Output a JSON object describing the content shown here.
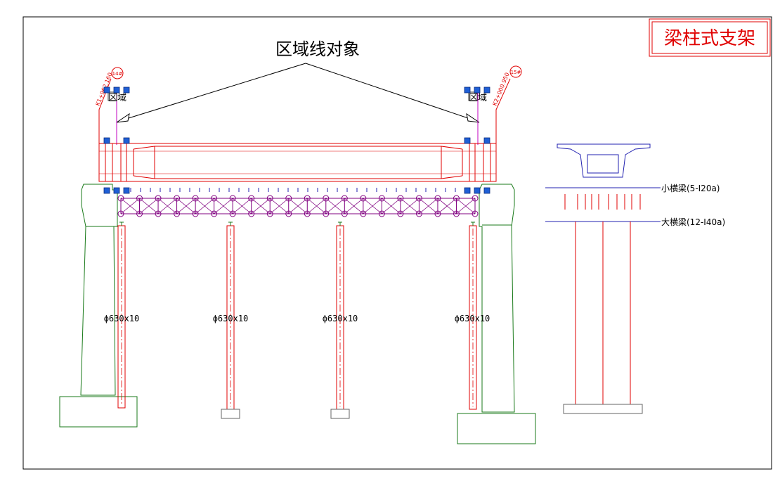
{
  "title": "梁柱式支架",
  "callout": "区域线对象",
  "region_label": "区域",
  "piers": {
    "left_tag": "14#",
    "right_tag": "15#",
    "left_station": "K1+962.160",
    "right_station": "K2+000.950"
  },
  "columns": {
    "spec": "ϕ630x10",
    "count": 4
  },
  "section_labels": {
    "small_beam": "小横梁(5-I20a)",
    "large_beam": "大横梁(12-I40a)"
  },
  "colors": {
    "drawing_red": "#e00000",
    "pier_green": "#1a7a1a",
    "truss_purple": "#800080",
    "beam_blue": "#2020b0",
    "grip_blue": "#1f5fd6",
    "line_black": "#000000"
  }
}
